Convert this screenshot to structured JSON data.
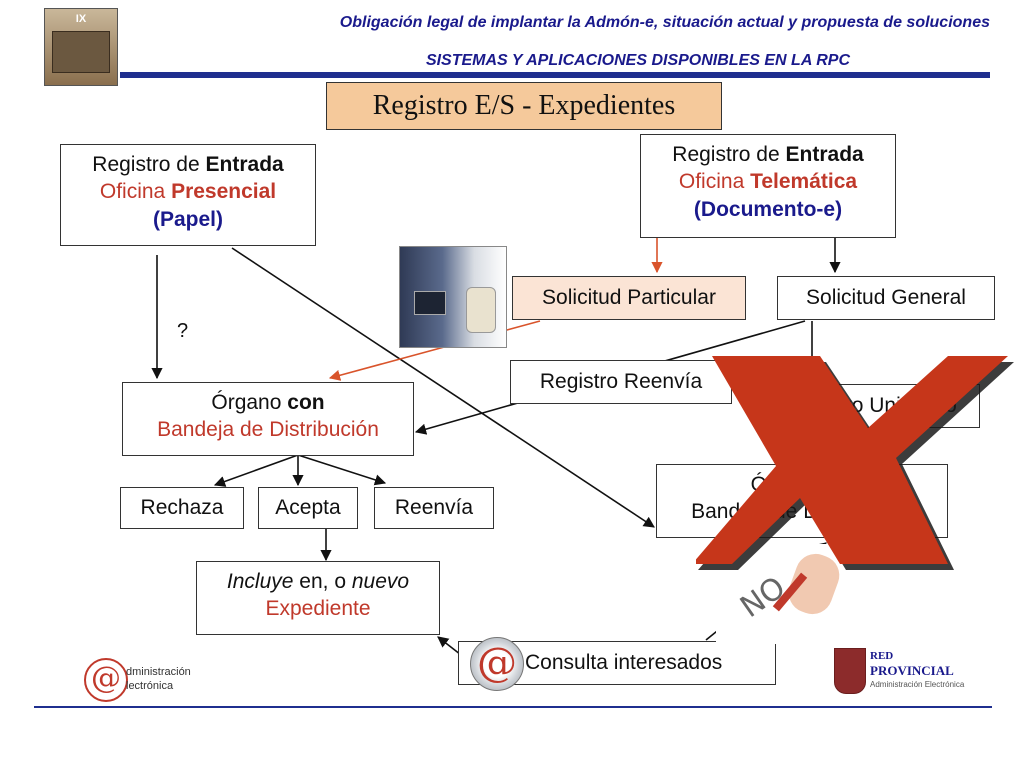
{
  "header": {
    "title": "Obligación legal de implantar la Admón-e, situación actual y propuesta de soluciones",
    "subtitle": "SISTEMAS Y APLICACIONES DISPONIBLES EN LA RPC",
    "cover_text": "IX"
  },
  "slide_title": "Registro E/S - Expedientes",
  "boxes": {
    "entrada_presencial": {
      "l1a": "Registro de ",
      "l1b": "Entrada",
      "l2a": "Oficina ",
      "l2b": "Presencial",
      "l3": "(Papel)"
    },
    "entrada_telematica": {
      "l1a": "Registro de ",
      "l1b": "Entrada",
      "l2a": "Oficina ",
      "l2b": "Telemática",
      "l3": "(Documento-e)"
    },
    "solicitud_particular": "Solicitud Particular",
    "solicitud_general": "Solicitud General",
    "registro_reenvia": "Registro Reenvía",
    "registro_partial": "Registro Unificado",
    "organo_con": {
      "l1a": "Órgano ",
      "l1b": "con",
      "l2": "Bandeja de Distribución"
    },
    "organo_sin": {
      "l1": "Órgano sin",
      "l2": "Bandeja de Distribución"
    },
    "rechaza": "Rechaza",
    "acepta": "Acepta",
    "reenvia": "Reenvía",
    "incluye": {
      "l1a": "Incluye",
      "l1b": " en, o ",
      "l1c": "nuevo",
      "l2": "Expediente"
    },
    "consulta": "Consulta interesados",
    "question": "?"
  },
  "logos": {
    "admin_l1": "dministración",
    "admin_l2": "lectrónica",
    "red_l1": "RED",
    "red_l2": "PROVINCIAL",
    "red_l3": "Administración Electrónica",
    "no_text": "NO"
  },
  "colors": {
    "accent_red": "#c0392b",
    "header_blue": "#1a1a8c",
    "title_bg": "#f5c99b",
    "cross": "#c6361a"
  }
}
